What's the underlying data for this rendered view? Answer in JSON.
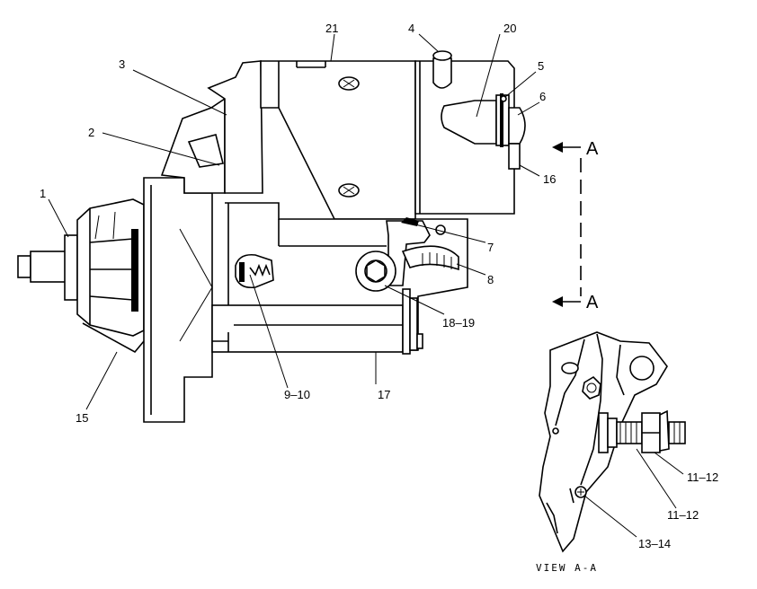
{
  "callouts": {
    "c1": "1",
    "c2": "2",
    "c3": "3",
    "c4": "4",
    "c5": "5",
    "c6": "6",
    "c7": "7",
    "c8": "8",
    "c9_10": "9–10",
    "c11_12a": "11–12",
    "c11_12b": "11–12",
    "c13_14": "13–14",
    "c15": "15",
    "c16": "16",
    "c17": "17",
    "c18_19": "18–19",
    "c20": "20",
    "c21": "21"
  },
  "section": {
    "top": "A",
    "bottom": "A",
    "caption": "VIEW A-A"
  }
}
